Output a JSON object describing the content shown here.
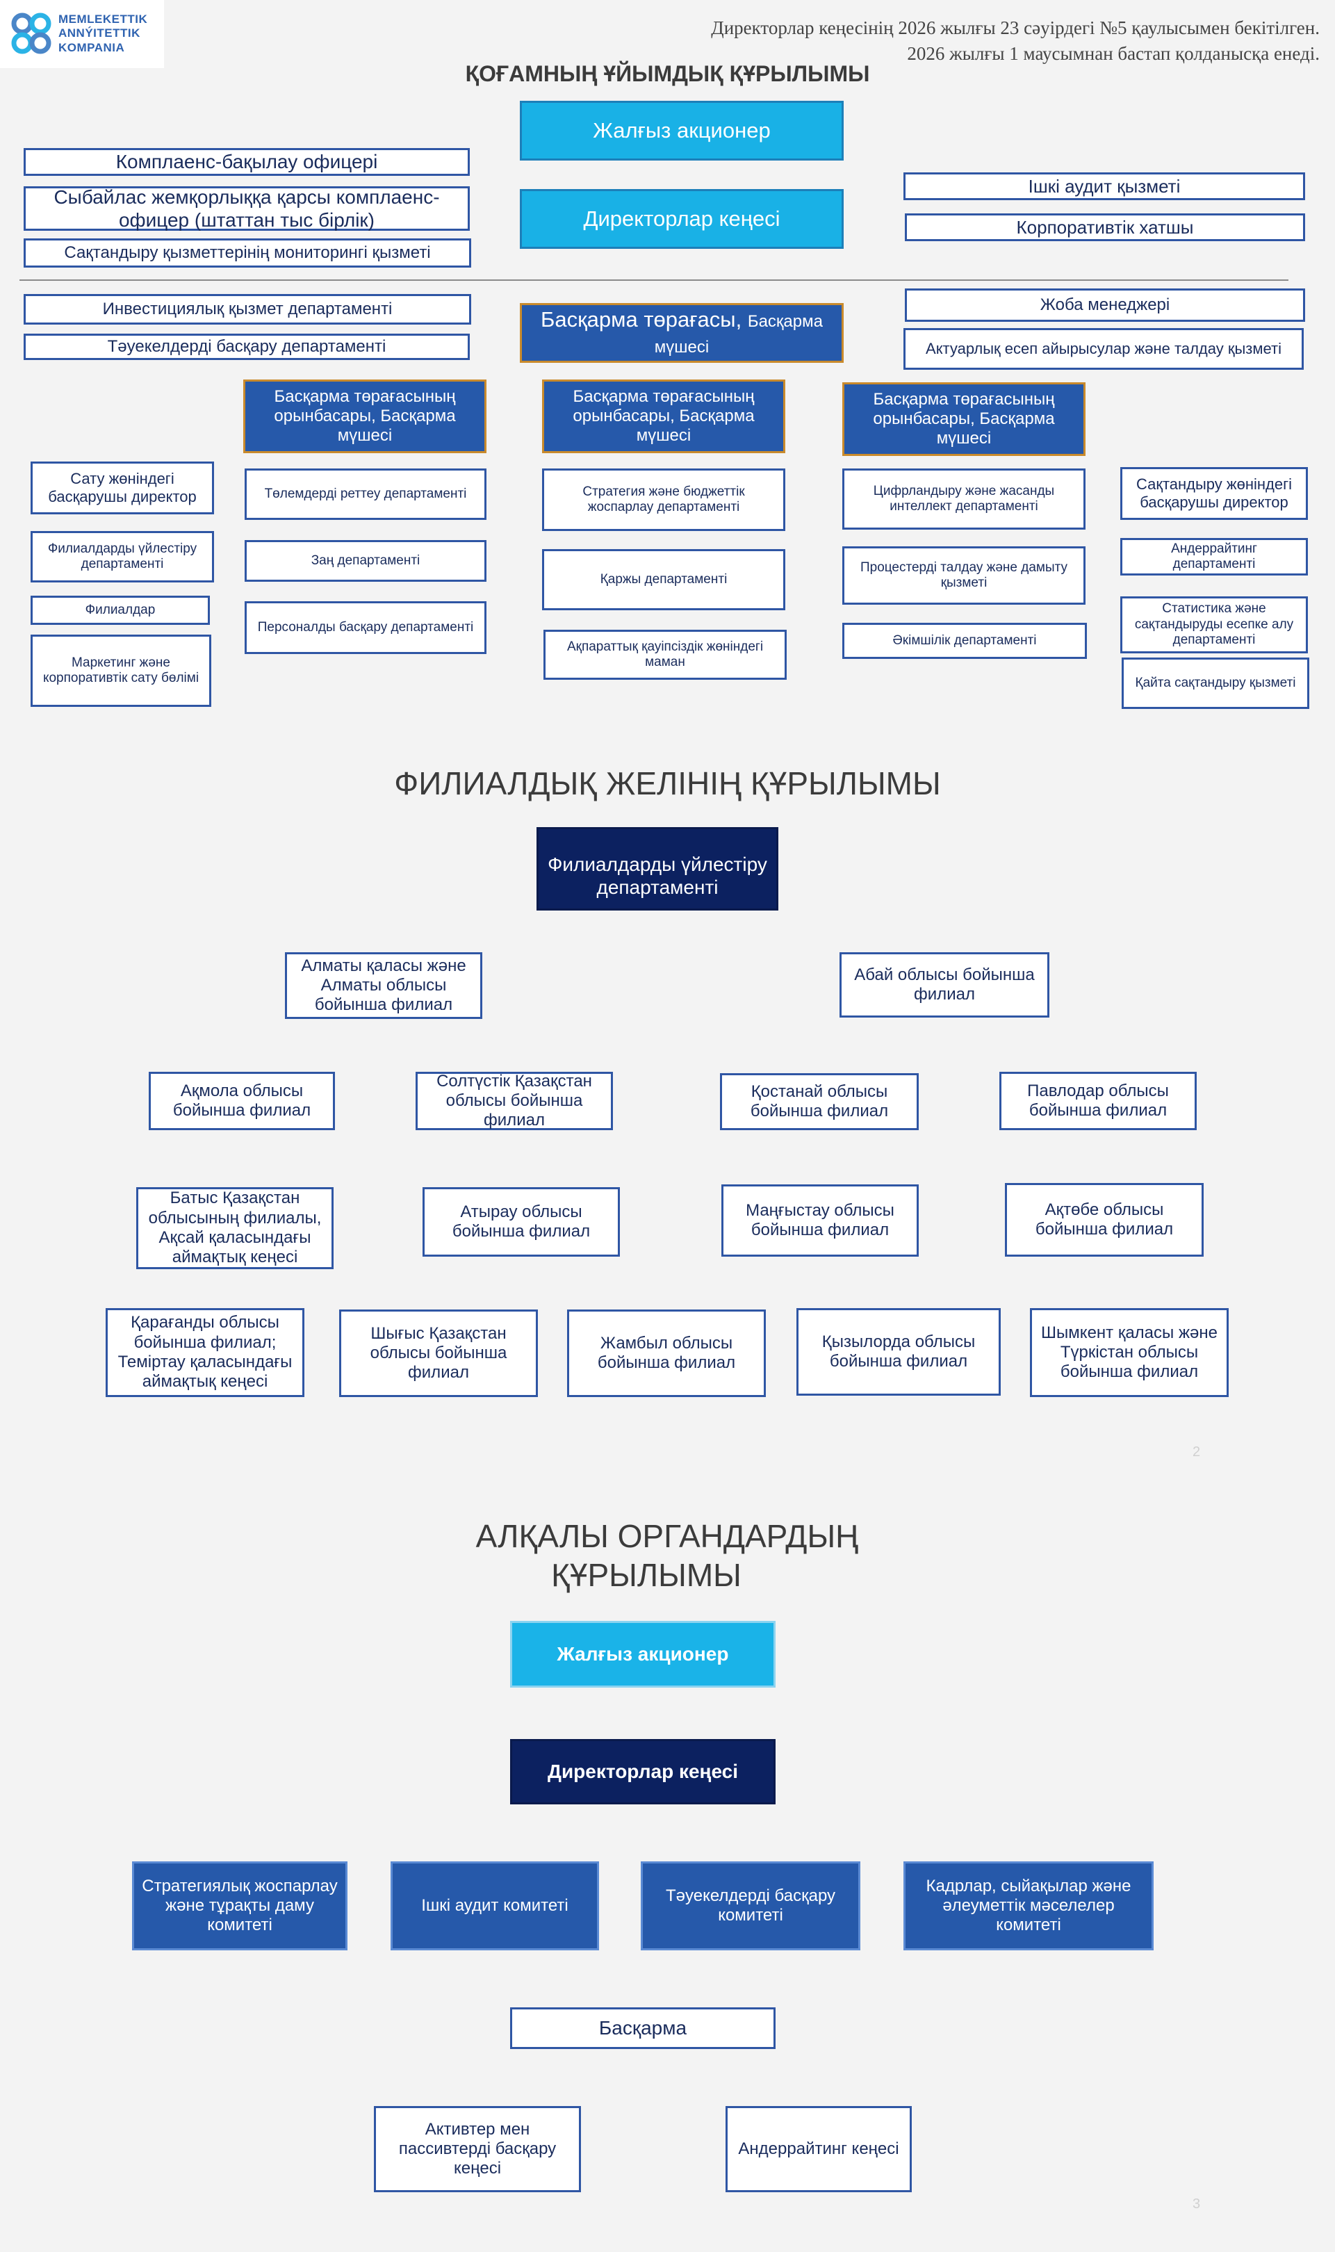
{
  "logo": {
    "lines": [
      "MEMLEKETTIK",
      "ANNÝITETTIK",
      "KOMPANIA"
    ]
  },
  "approval_note": {
    "line1": "Директорлар кеңесінің 2026 жылғы 23 сәуірдегі №5 қаулысымен бекітілген.",
    "line2": "2026 жылғы 1 маусымнан бастап қолданысқа енеді."
  },
  "org_structure": {
    "title": "ҚОҒАМНЫҢ ҰЙЫМДЫҚ ҚҰРЫЛЫМЫ",
    "sole_shareholder": "Жалғыз акционер",
    "board_of_directors": "Директорлар кеңесі",
    "left_top": [
      "Комплаенс-бақылау офицері",
      "Сыбайлас жемқорлыққа қарсы комплаенс-офицер (штаттан тыс бірлік)",
      "Сақтандыру қызметтерінің мониторингі қызметі"
    ],
    "right_top": [
      "Ішкі аудит қызметі",
      "Корпоративтік хатшы"
    ],
    "left_mid": [
      "Инвестициялық қызмет департаменті",
      "Тәуекелдерді басқару департаменті"
    ],
    "chairman": {
      "main": "Басқарма төрағасы,",
      "sub": "Басқарма мүшесі"
    },
    "right_mid": [
      "Жоба менеджері",
      "Актуарлық есеп айырысулар және талдау қызметі"
    ],
    "deputy_label": "Басқарма төрағасының орынбасары, Басқарма мүшесі",
    "col_sales": [
      "Сату жөніндегі басқарушы директор",
      "Филиалдарды үйлестіру департаменті",
      "Филиалдар",
      "Маркетинг және корпоративтік сату бөлімі"
    ],
    "col_dep1": [
      "Төлемдерді реттеу департаменті",
      "Заң департаменті",
      "Персоналды басқару департаменті"
    ],
    "col_dep2": [
      "Стратегия және бюджеттік жоспарлау департаменті",
      "Қаржы департаменті",
      "Ақпараттық қауіпсіздік жөніндегі маман"
    ],
    "col_dep3": [
      "Цифрландыру және жасанды интеллект департаменті",
      "Процестерді талдау және дамыту қызметі",
      "Әкімшілік департаменті"
    ],
    "col_ins": [
      "Сақтандыру жөніндегі басқарушы директор",
      "Андеррайтинг департаменті",
      "Статистика және сақтандыруды есепке алу департаменті",
      "Қайта сақтандыру қызметі"
    ]
  },
  "branch_network": {
    "title": "ФИЛИАЛДЫҚ ЖЕЛІНІҢ ҚҰРЫЛЫМЫ",
    "head": "Филиалдарды үйлестіру департаменті",
    "branches": [
      "Алматы қаласы және Алматы облысы бойынша филиал",
      "Абай облысы бойынша филиал",
      "Ақмола облысы бойынша филиал",
      "Солтүстік Қазақстан облысы бойынша филиал",
      "Қостанай облысы бойынша филиал",
      "Павлодар облысы бойынша филиал",
      "Батыс Қазақстан облысының филиалы, Ақсай қаласындағы аймақтық кеңесі",
      "Атырау облысы бойынша филиал",
      "Маңғыстау облысы бойынша филиал",
      "Ақтөбе облысы бойынша филиал",
      "Қарағанды облысы бойынша филиал; Теміртау қаласындағы аймақтық кеңесі",
      "Шығыс Қазақстан облысы бойынша филиал",
      "Жамбыл облысы бойынша филиал",
      "Қызылорда облысы бойынша филиал",
      "Шымкент қаласы және Түркістан облысы бойынша филиал"
    ]
  },
  "collegial_bodies": {
    "title_line1": "АЛҚАЛЫ ОРГАНДАРДЫҢ",
    "title_line2": "ҚҰРЫЛЫМЫ",
    "sole_shareholder": "Жалғыз акционер",
    "board_of_directors": "Директорлар кеңесі",
    "committees": [
      "Стратегиялық жоспарлау және тұрақты даму комитеті",
      "Ішкі аудит комитеті",
      "Тәуекелдерді басқару комитеті",
      "Кадрлар, сыйақылар және әлеуметтік мәселелер комитеті"
    ],
    "management_board": "Басқарма",
    "councils": [
      "Активтер мен пассивтерді басқару кеңесі",
      "Андеррайтинг кеңесі"
    ]
  },
  "page_numbers": [
    "2",
    "3"
  ],
  "colors": {
    "cyan": "#19b1e6",
    "blue": "#2659aa",
    "navy": "#0c2160",
    "border": "#2f56a4",
    "accent_border": "#c98a2c"
  }
}
